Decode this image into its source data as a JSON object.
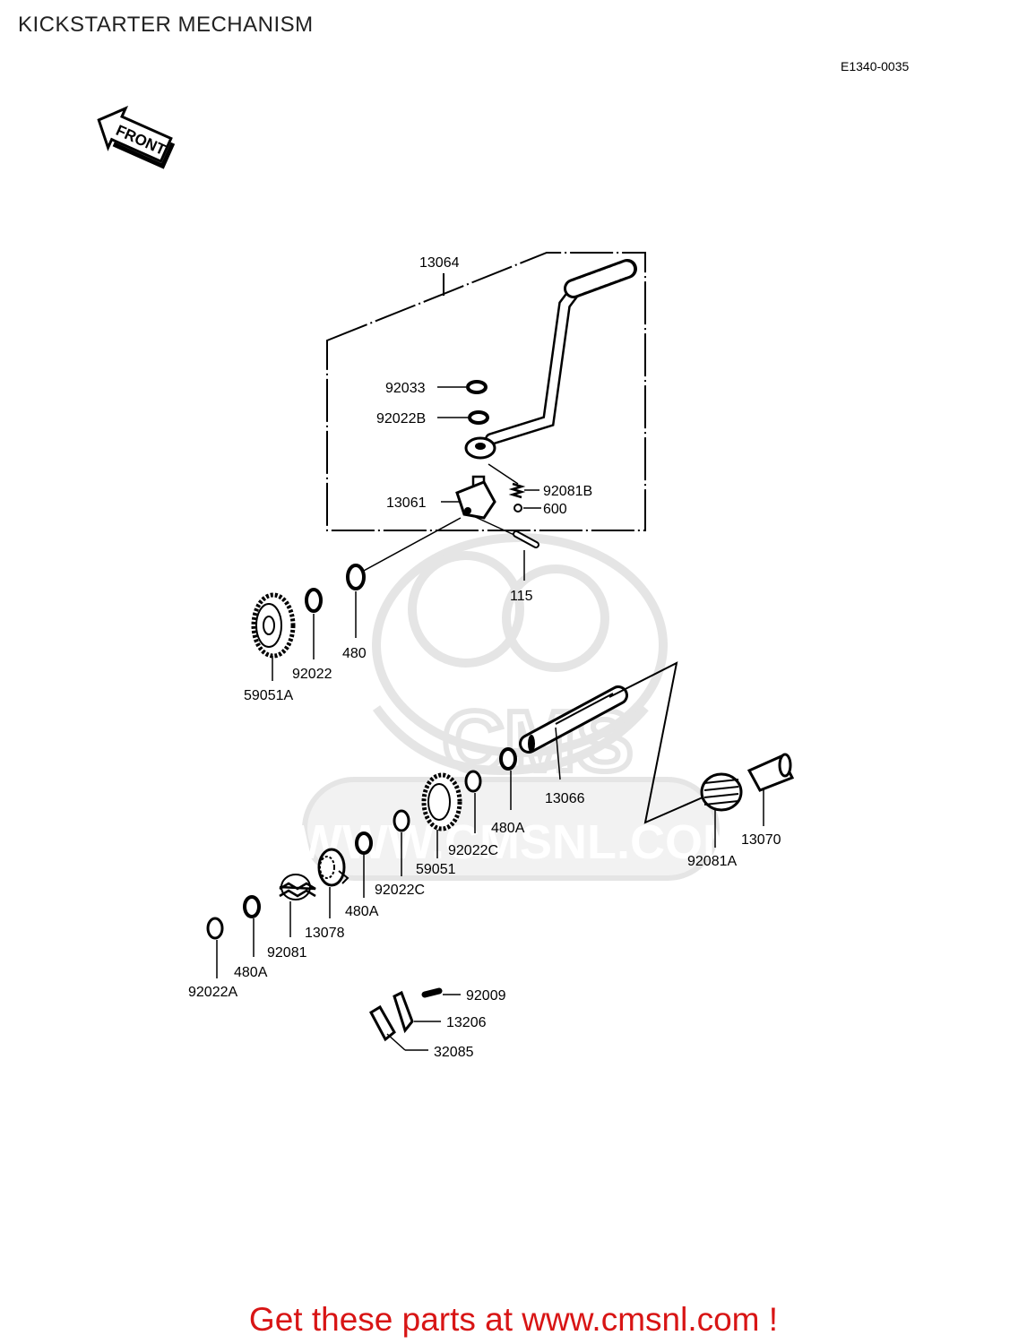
{
  "page": {
    "title": "KICKSTARTER MECHANISM",
    "diagram_code": "E1340-0035",
    "front_label": "FRONT",
    "watermark": "WWW.CMSNL.COM",
    "watermark_logo": "CMS",
    "footer_cta": "Get these parts at www.cmsnl.com !"
  },
  "parts": {
    "p13064": "13064",
    "p92033": "92033",
    "p92022B": "92022B",
    "p92081B": "92081B",
    "p13061": "13061",
    "p600": "600",
    "p115": "115",
    "p480": "480",
    "p92022": "92022",
    "p59051A": "59051A",
    "p13066": "13066",
    "p480A_1": "480A",
    "p92022C_1": "92022C",
    "p59051": "59051",
    "p92022C_2": "92022C",
    "p480A_2": "480A",
    "p13078": "13078",
    "p92081": "92081",
    "p480A_3": "480A",
    "p92022A": "92022A",
    "p13070": "13070",
    "p92081A": "92081A",
    "p92009": "92009",
    "p13206": "13206",
    "p32085": "32085"
  }
}
